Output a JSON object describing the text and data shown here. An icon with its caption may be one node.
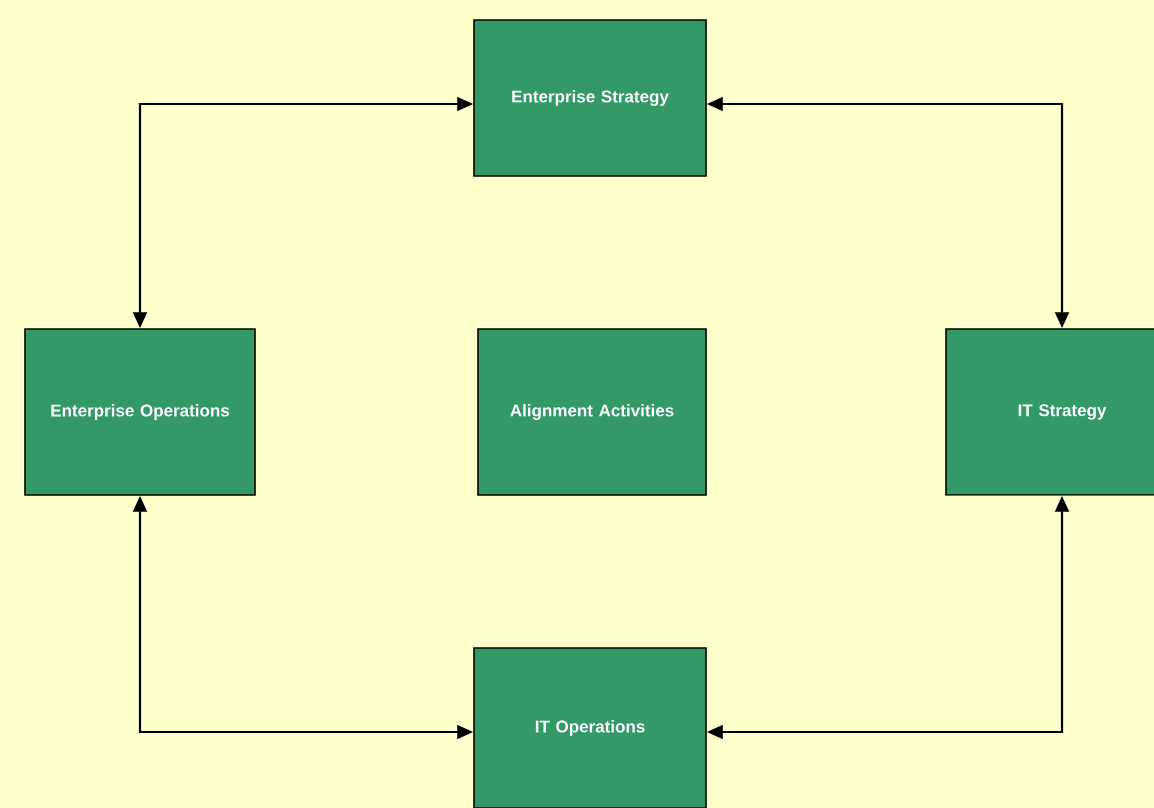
{
  "diagram": {
    "nodes": [
      {
        "text": [
          "Enterprise Strategy"
        ]
      },
      {
        "text": [
          "Enterprise Operations"
        ]
      },
      {
        "text": [
          "Alignment Activities"
        ]
      },
      {
        "text": [
          "IT Strategy"
        ]
      },
      {
        "text": [
          "IT Operations"
        ]
      }
    ],
    "edges": [
      {
        "from": 1,
        "to": 0,
        "arrow": "both"
      },
      {
        "from": 0,
        "to": 3,
        "arrow": "both"
      },
      {
        "from": 3,
        "to": 4,
        "arrow": "both"
      },
      {
        "from": 1,
        "to": 4,
        "arrow": "both"
      }
    ]
  }
}
